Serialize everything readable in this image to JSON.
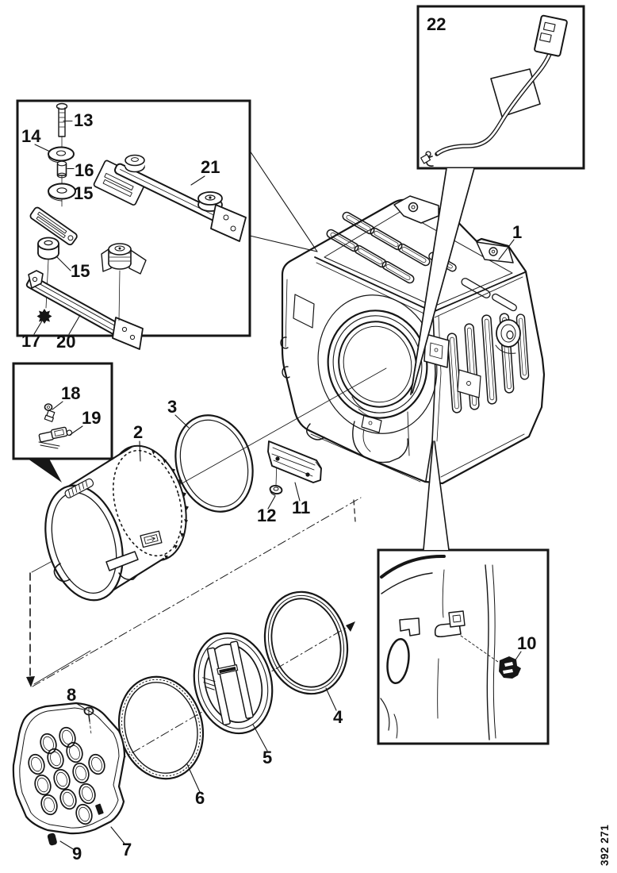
{
  "diagram": {
    "doc_number": "392 271",
    "background_color": "#ffffff",
    "line_color": "#161616",
    "labels": {
      "c1": "1",
      "c2": "2",
      "c3": "3",
      "c4": "4",
      "c5": "5",
      "c6": "6",
      "c7": "7",
      "c8": "8",
      "c9": "9",
      "c10": "10",
      "c11": "11",
      "c12": "12",
      "c13": "13",
      "c14": "14",
      "c15a": "15",
      "c15b": "15",
      "c16": "16",
      "c17": "17",
      "c18": "18",
      "c19": "19",
      "c20": "20",
      "c21": "21",
      "c22": "22"
    }
  }
}
